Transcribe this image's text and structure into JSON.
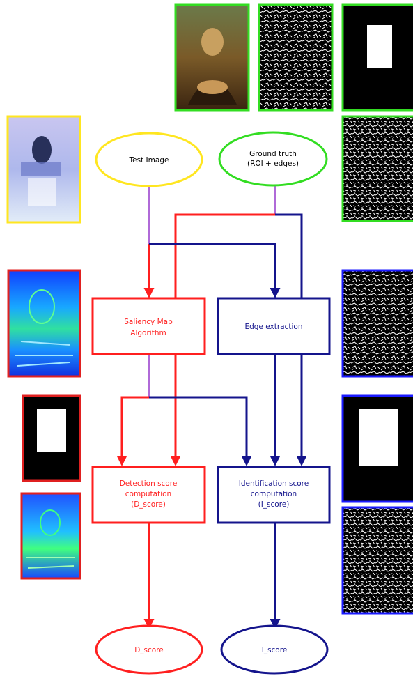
{
  "nodes": {
    "test_image": "Test Image",
    "ground_truth_l1": "Ground truth",
    "ground_truth_l2": "(ROI + edges)",
    "saliency_l1": "Saliency Map",
    "saliency_l2": "Algorithm",
    "edge_extraction": "Edge extraction",
    "detection_l1": "Detection score",
    "detection_l2": "computation",
    "detection_l3": "(D_score)",
    "identification_l1": "Identification score",
    "identification_l2": "computation",
    "identification_l3": "(I_score)",
    "d_score": "D_score",
    "i_score": "I_score"
  },
  "colors": {
    "red": "#ff1f1f",
    "blue": "#14148c",
    "purple": "#b06ad8",
    "yellow": "#ffe620",
    "green": "#33dd22",
    "frame_blue": "#1a1aff",
    "frame_red": "#e02020"
  },
  "icons": {
    "painting": "mona-lisa-painting-thumbnail",
    "edge_map": "edge-map-thumbnail",
    "roi_mask": "roi-mask-thumbnail",
    "saliency_map": "saliency-heatmap-thumbnail",
    "inverted_image": "inverted-image-thumbnail"
  }
}
